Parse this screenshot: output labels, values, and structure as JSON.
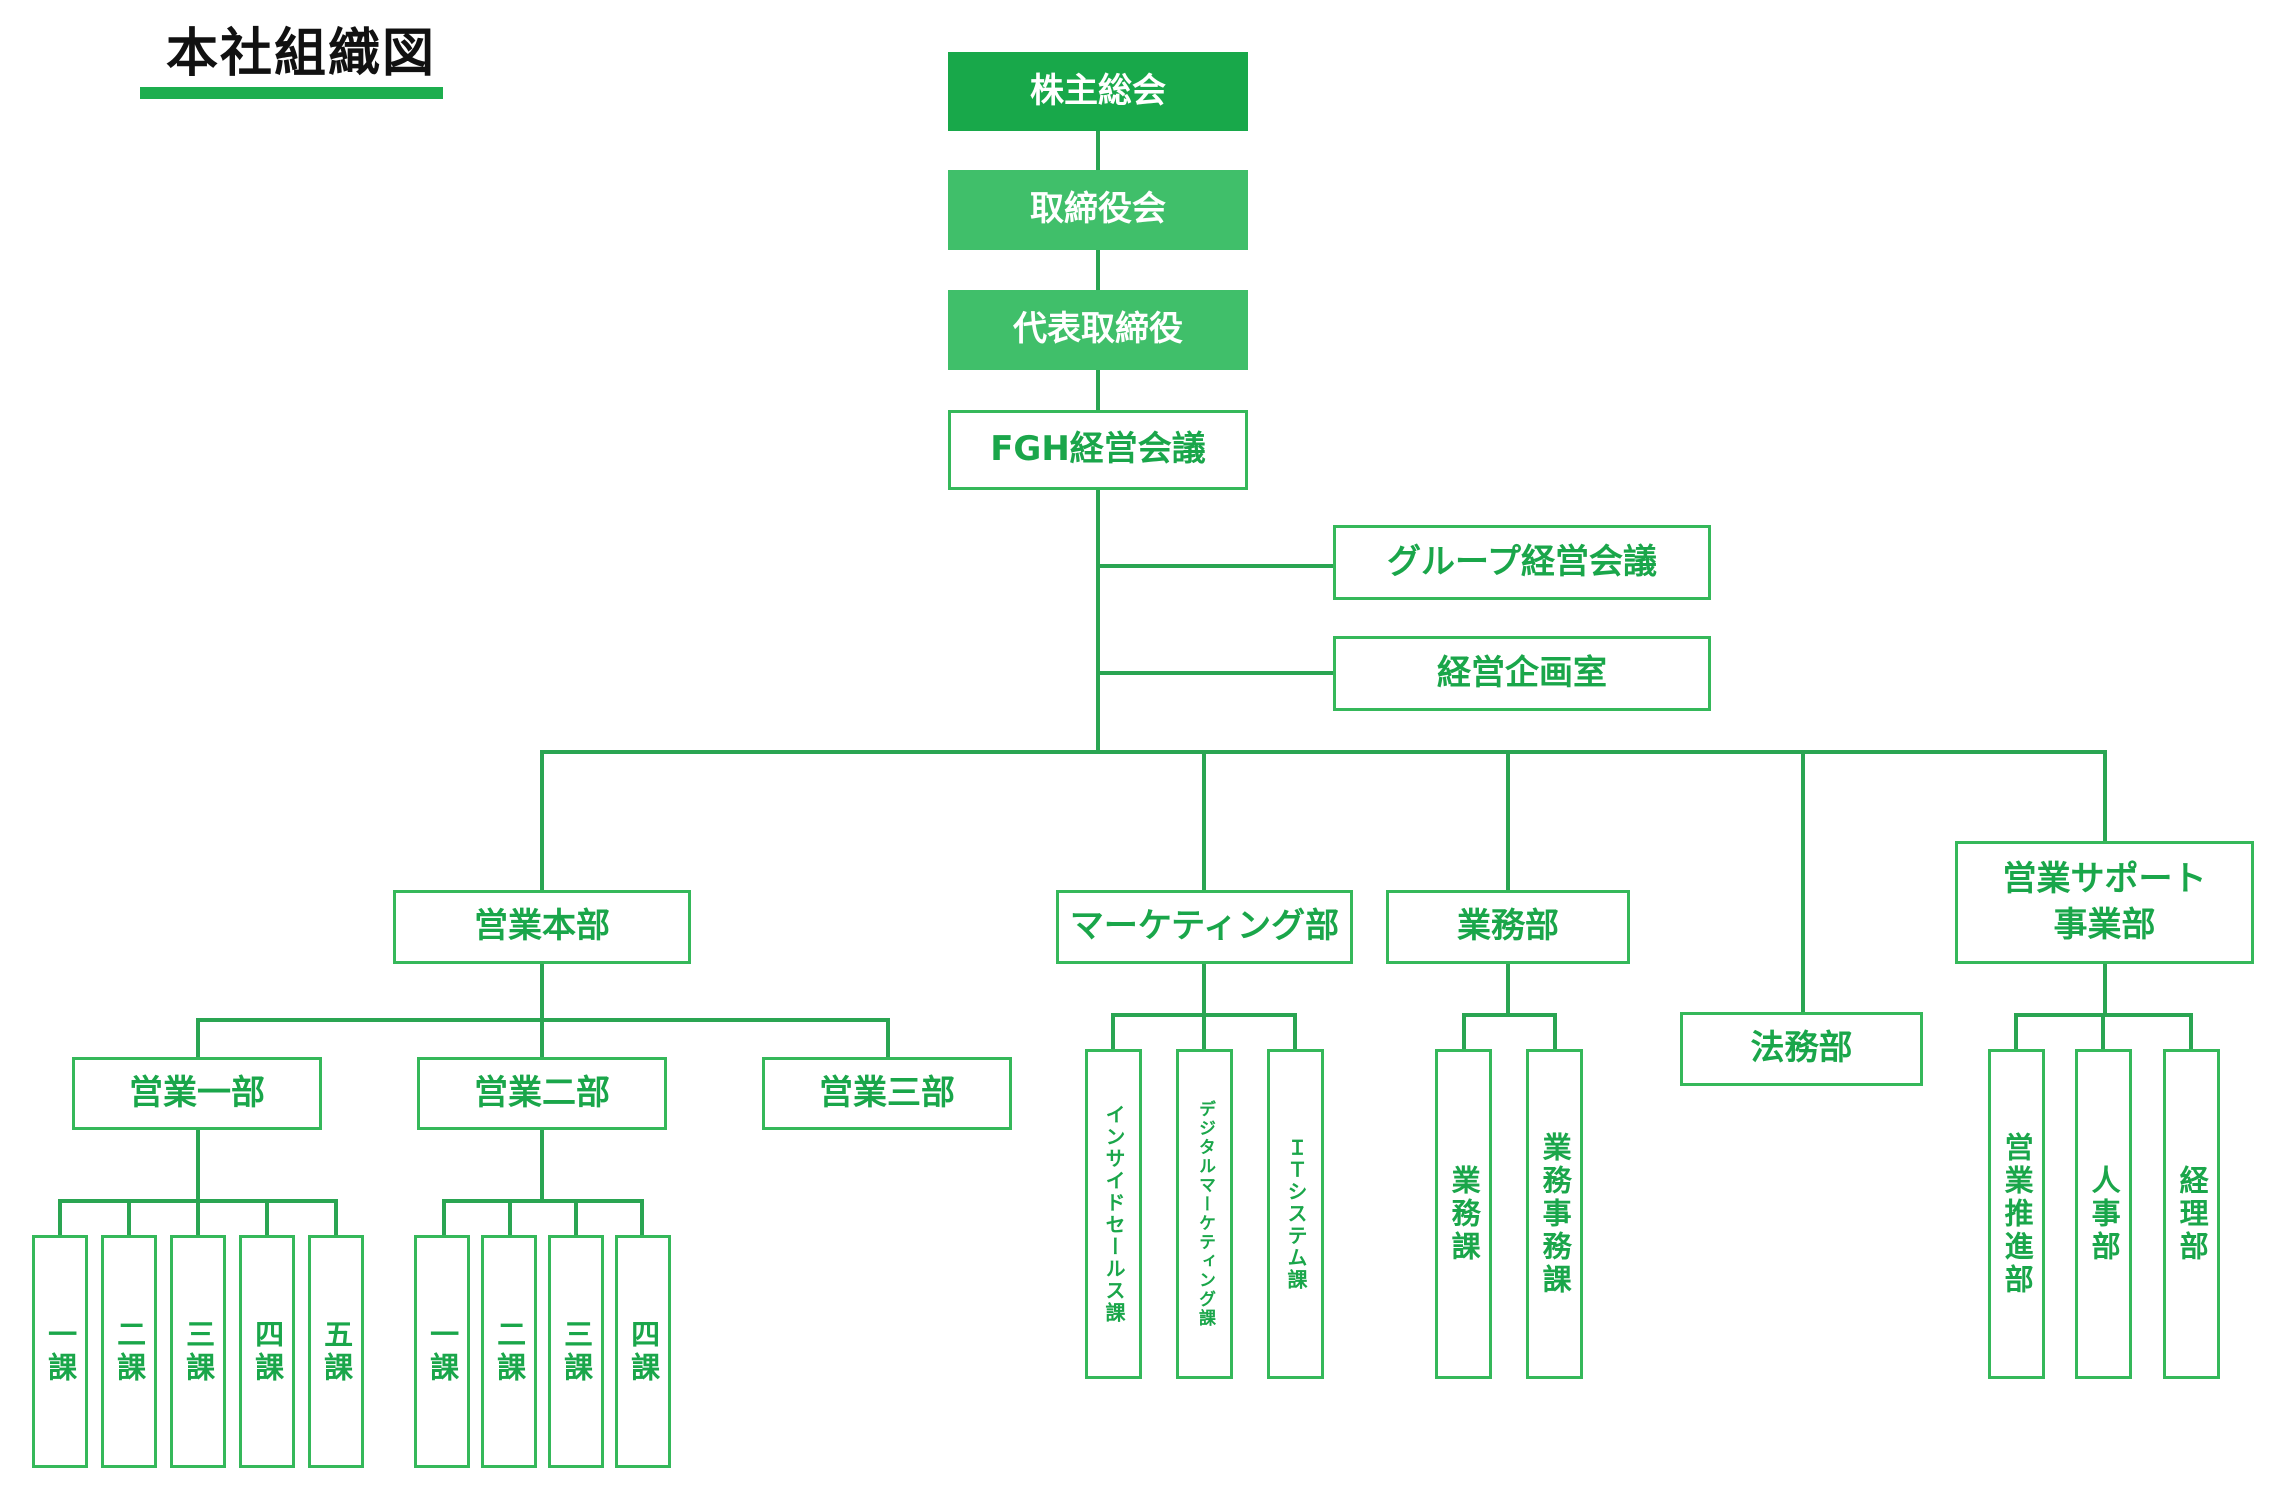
{
  "title": "本社組織図",
  "colors": {
    "accent": "#1aa64a",
    "line": "#2aa552",
    "fill_dark": "#18a84a",
    "fill": "#40bf6a"
  },
  "nodes": {
    "shareholders": "株主総会",
    "board": "取締役会",
    "ceo": "代表取締役",
    "fgh_meeting": "FGH経営会議",
    "group_meeting": "グループ経営会議",
    "planning_office": "経営企画室",
    "sales_hq": "営業本部",
    "marketing": "マーケティング部",
    "operations": "業務部",
    "legal": "法務部",
    "sales_support": "営業サポート\n事業部",
    "sales1": "営業一部",
    "sales2": "営業二部",
    "sales3": "営業三部",
    "s1_sections": [
      "一課",
      "二課",
      "三課",
      "四課",
      "五課"
    ],
    "s2_sections": [
      "一課",
      "二課",
      "三課",
      "四課"
    ],
    "marketing_sections": [
      "インサイドセールス課",
      "デジタルマーケティング課",
      "ＩＴシステム課"
    ],
    "operations_sections": [
      "業務課",
      "業務事務課"
    ],
    "support_sections": [
      "営業推進部",
      "人事部",
      "経理部"
    ]
  }
}
